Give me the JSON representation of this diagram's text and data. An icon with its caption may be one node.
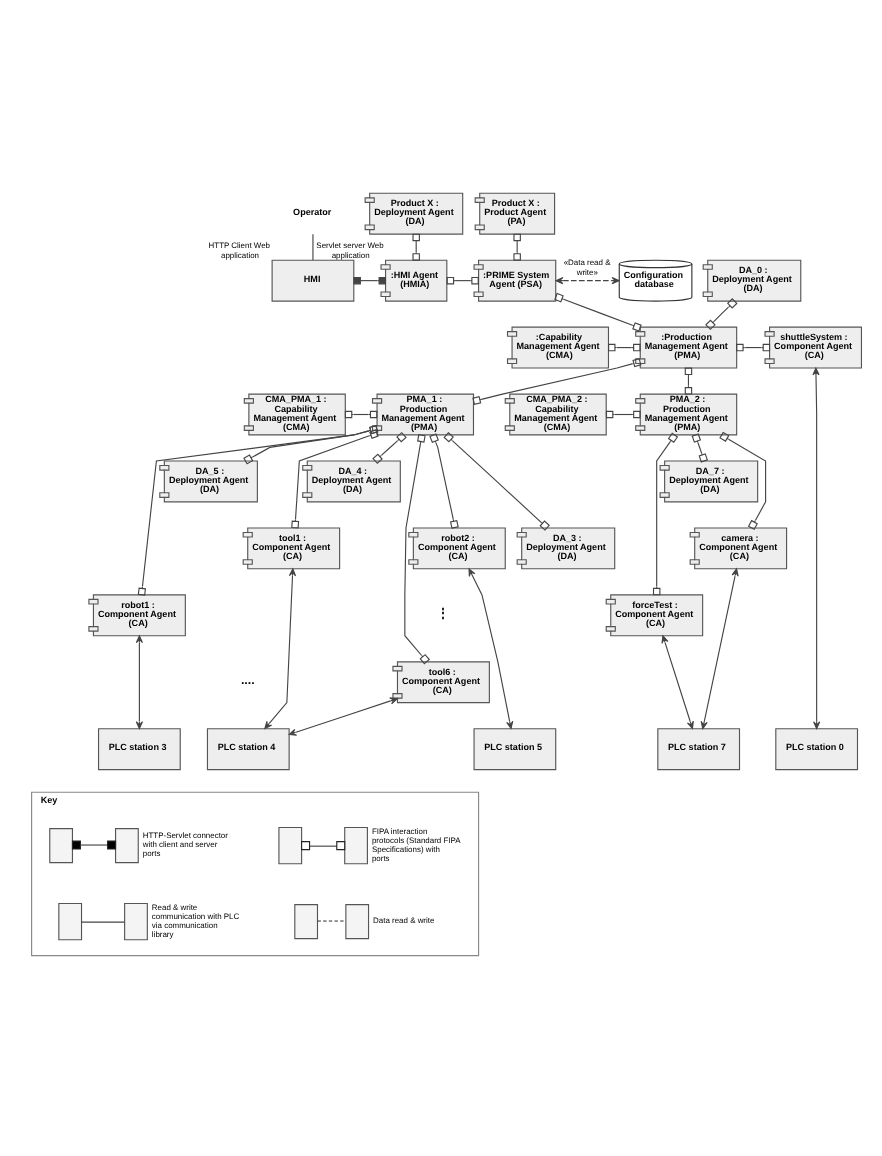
{
  "diagram": {
    "nodes": [
      {
        "text": [
          "Operator"
        ]
      },
      {
        "text": [
          "Product X : Deployment Agent (DA)"
        ]
      },
      {
        "text": [
          "Product X : Product Agent (PA)"
        ]
      },
      {
        "text": [
          "HMI"
        ],
        "beside": [
          "HTTP Client Web application"
        ]
      },
      {
        "text": [
          ":HMI Agent (HMIA)"
        ],
        "beside": [
          "Servlet server Web application"
        ]
      },
      {
        "text": [
          ":PRIME System Agent (PSA)"
        ]
      },
      {
        "text": [
          "Configuration database"
        ]
      },
      {
        "text": [
          "DA_0 : Deployment Agent (DA)"
        ]
      },
      {
        "text": [
          ":Capability Management Agent (CMA)"
        ]
      },
      {
        "text": [
          ":Production Management Agent (PMA)"
        ]
      },
      {
        "text": [
          "shuttleSystem : Component Agent (CA)"
        ]
      },
      {
        "text": [
          "CMA_PMA_1 : Capability Management Agent (CMA)"
        ]
      },
      {
        "text": [
          "PMA_1 : Production Management Agent (PMA)"
        ]
      },
      {
        "text": [
          "CMA_PMA_2 : Capability Management Agent (CMA)"
        ]
      },
      {
        "text": [
          "PMA_2 : Production Management Agent (PMA)"
        ]
      },
      {
        "text": [
          "DA_4 : Deployment Agent (DA)"
        ]
      },
      {
        "text": [
          "DA_5 : Deployment Agent (DA)"
        ]
      },
      {
        "text": [
          "DA_7 : Deployment Agent (DA)"
        ]
      },
      {
        "text": [
          "DA_3 : Deployment Agent (DA)"
        ]
      },
      {
        "text": [
          "robot2 : Component Agent (CA)"
        ]
      },
      {
        "text": [
          "camera : Component Agent (CA)"
        ]
      },
      {
        "text": [
          "tool1 : Component Agent (CA)"
        ]
      },
      {
        "text": [
          "robot1 : Component Agent (CA)"
        ]
      },
      {
        "text": [
          "forceTest : Component Agent (CA)"
        ]
      },
      {
        "text": [
          "tool6 : Component Agent (CA)"
        ]
      },
      {
        "text": [
          "PLC station 4"
        ]
      },
      {
        "text": [
          "PLC station 3"
        ]
      },
      {
        "text": [
          "PLC station 5"
        ]
      },
      {
        "text": [
          "PLC station 7"
        ]
      },
      {
        "text": [
          "PLC station 0"
        ]
      },
      {
        "text": [
          "Key"
        ]
      }
    ],
    "edges": [
      {
        "from": 0,
        "to": 3,
        "arrow": "none"
      },
      {
        "from": 3,
        "to": 4,
        "arrow": "other"
      },
      {
        "from": 1,
        "to": 4,
        "arrow": "other"
      },
      {
        "from": 4,
        "to": 5,
        "arrow": "other"
      },
      {
        "from": 2,
        "to": 5,
        "arrow": "other"
      },
      {
        "from": 5,
        "to": 6,
        "arrow": "both",
        "style": "dashed",
        "label": "«Data read & write»"
      },
      {
        "from": 5,
        "to": 9,
        "arrow": "other"
      },
      {
        "from": 7,
        "to": 9,
        "arrow": "other"
      },
      {
        "from": 8,
        "to": 9,
        "arrow": "other"
      },
      {
        "from": 9,
        "to": 10,
        "arrow": "other"
      },
      {
        "from": 9,
        "to": 12,
        "arrow": "other"
      },
      {
        "from": 9,
        "to": 14,
        "arrow": "other"
      },
      {
        "from": 11,
        "to": 12,
        "arrow": "other"
      },
      {
        "from": 13,
        "to": 14,
        "arrow": "other"
      },
      {
        "from": 12,
        "to": 15,
        "arrow": "other"
      },
      {
        "from": 12,
        "to": 21,
        "arrow": "other"
      },
      {
        "from": 12,
        "to": 24,
        "arrow": "other"
      },
      {
        "from": 12,
        "to": 18,
        "arrow": "other"
      },
      {
        "from": 12,
        "to": 22,
        "arrow": "other"
      },
      {
        "from": 12,
        "to": 16,
        "arrow": "other"
      },
      {
        "from": 12,
        "to": 19,
        "arrow": "other"
      },
      {
        "from": 14,
        "to": 17,
        "arrow": "other"
      },
      {
        "from": 14,
        "to": 20,
        "arrow": "other"
      },
      {
        "from": 14,
        "to": 23,
        "arrow": "other"
      },
      {
        "from": 10,
        "to": 29,
        "arrow": "both"
      },
      {
        "from": 21,
        "to": 25,
        "arrow": "both"
      },
      {
        "from": 24,
        "to": 25,
        "arrow": "both"
      },
      {
        "from": 22,
        "to": 26,
        "arrow": "both"
      },
      {
        "from": 19,
        "to": 27,
        "arrow": "both"
      },
      {
        "from": 20,
        "to": 28,
        "arrow": "both"
      },
      {
        "from": 23,
        "to": 28,
        "arrow": "both"
      }
    ],
    "labels": [
      "⋮",
      "...."
    ],
    "legend": [
      {
        "text": "HTTP-Servlet connector with client and server ports"
      },
      {
        "text": "FIPA interaction protocols (Standard FIPA Specifications) with ports"
      },
      {
        "text": "Read & write communication with PLC via communication library"
      },
      {
        "text": "Data read & write"
      }
    ]
  }
}
